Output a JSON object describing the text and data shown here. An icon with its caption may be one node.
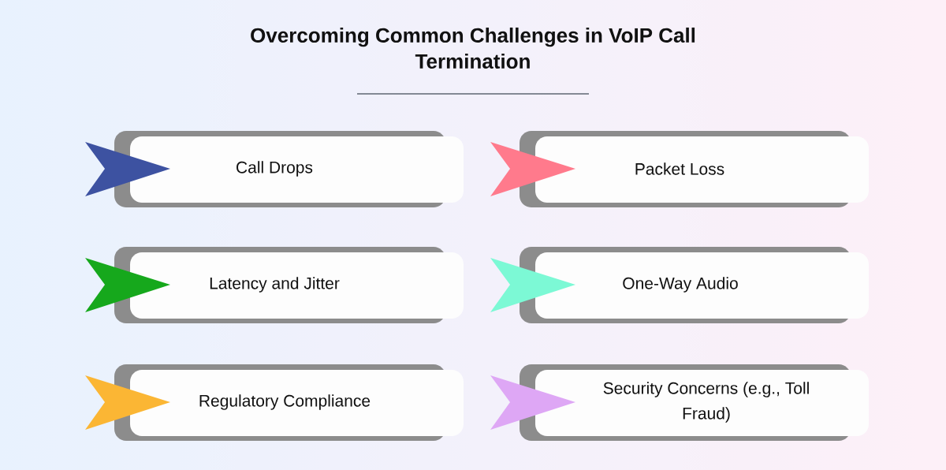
{
  "diagram": {
    "title": "Overcoming Common Challenges in VoIP Call Termination",
    "nodes": [
      {
        "text": [
          "Call Drops"
        ]
      },
      {
        "text": [
          "Packet Loss"
        ]
      },
      {
        "text": [
          "Latency and Jitter"
        ]
      },
      {
        "text": [
          "One-Way Audio"
        ]
      },
      {
        "text": [
          "Regulatory Compliance"
        ]
      },
      {
        "text": [
          "Security Concerns (e.g., Toll Fraud)"
        ]
      }
    ]
  }
}
